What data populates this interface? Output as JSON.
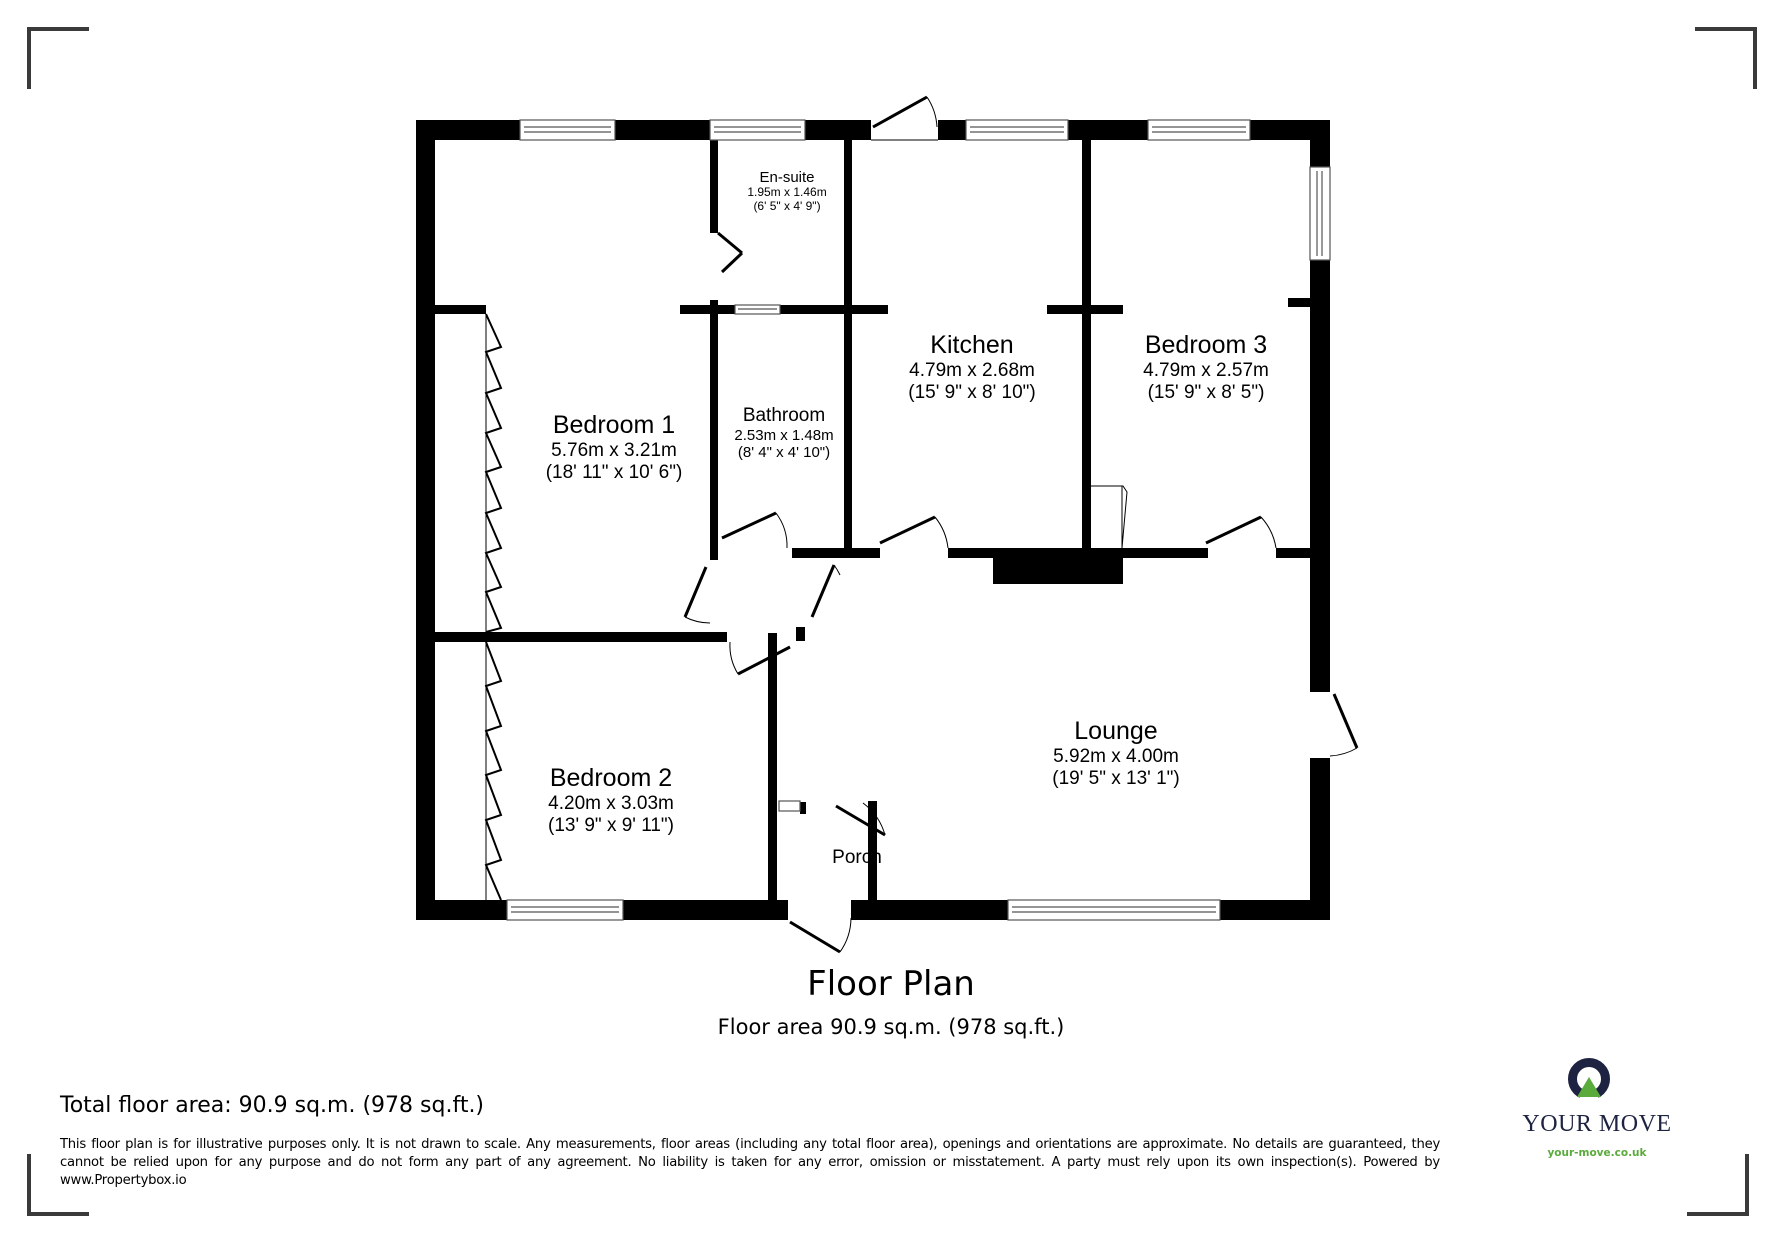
{
  "plan": {
    "title": "Floor Plan",
    "floor_area": "Floor area 90.9 sq.m. (978 sq.ft.)"
  },
  "rooms": [
    {
      "name": "En-suite",
      "metric": "1.95m x 1.46m",
      "imperial": "(6' 5\" x 4' 9\")"
    },
    {
      "name": "Kitchen",
      "metric": "4.79m x 2.68m",
      "imperial": "(15' 9\" x 8' 10\")"
    },
    {
      "name": "Bedroom 3",
      "metric": "4.79m x 2.57m",
      "imperial": "(15' 9\" x 8' 5\")"
    },
    {
      "name": "Bedroom 1",
      "metric": "5.76m x 3.21m",
      "imperial": "(18' 11\" x 10' 6\")"
    },
    {
      "name": "Bathroom",
      "metric": "2.53m x 1.48m",
      "imperial": "(8' 4\" x 4' 10\")"
    },
    {
      "name": "Lounge",
      "metric": "5.92m x 4.00m",
      "imperial": "(19' 5\" x 13' 1\")"
    },
    {
      "name": "Bedroom 2",
      "metric": "4.20m x 3.03m",
      "imperial": "(13' 9\" x 9' 11\")"
    },
    {
      "name": "Porch"
    }
  ],
  "footer": {
    "total_area": "Total floor area: 90.9 sq.m. (978 sq.ft.)",
    "disclaimer": "This floor plan is for illustrative purposes only. It is not drawn to scale. Any measurements, floor areas (including any total floor area), openings and orientations are approximate. No details are guaranteed, they cannot be relied upon for any purpose and do not form any part of any agreement. No liability is taken for any error, omission or misstatement. A party must rely upon its own inspection(s). Powered by www.Propertybox.io"
  },
  "logo": {
    "brand": "YOUR MOVE",
    "url": "your-move.co.uk",
    "colors": {
      "navy": "#1d2340",
      "green": "#5aaa3c"
    }
  }
}
